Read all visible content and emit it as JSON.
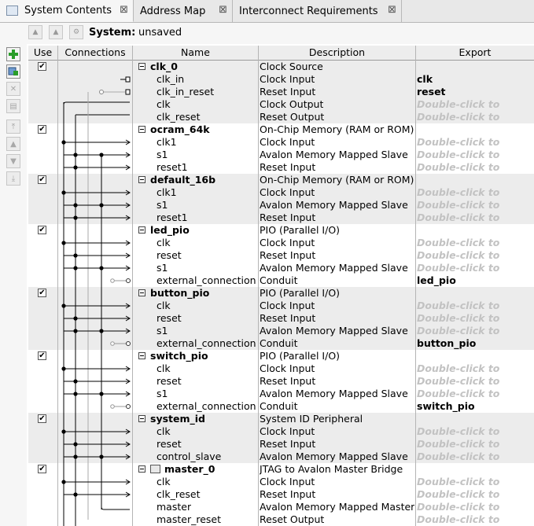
{
  "tabs": [
    {
      "label": "System Contents",
      "active": true,
      "close": "⊠"
    },
    {
      "label": "Address Map",
      "active": false,
      "close": "⊠"
    },
    {
      "label": "Interconnect Requirements",
      "active": false,
      "close": "⊠"
    }
  ],
  "toolbar": {
    "system_label": "System:",
    "system_value": "unsaved"
  },
  "columns": {
    "use": "Use",
    "connections": "Connections",
    "name": "Name",
    "description": "Description",
    "export": "Export"
  },
  "rows": [
    {
      "kind": "component",
      "use": true,
      "name": "clk_0",
      "desc": "Clock Source"
    },
    {
      "kind": "interface",
      "name": "clk_in",
      "desc": "Clock Input",
      "export": "clk",
      "exported": true
    },
    {
      "kind": "interface",
      "name": "clk_in_reset",
      "desc": "Reset Input",
      "export": "reset",
      "exported": true
    },
    {
      "kind": "interface",
      "name": "clk",
      "desc": "Clock Output",
      "export": "Double-click to",
      "exported": false
    },
    {
      "kind": "interface",
      "name": "clk_reset",
      "desc": "Reset Output",
      "export": "Double-click to",
      "exported": false
    },
    {
      "kind": "component",
      "use": true,
      "name": "ocram_64k",
      "desc": "On-Chip Memory (RAM or ROM)"
    },
    {
      "kind": "interface",
      "name": "clk1",
      "desc": "Clock Input",
      "export": "Double-click to",
      "exported": false
    },
    {
      "kind": "interface",
      "name": "s1",
      "desc": "Avalon Memory Mapped Slave",
      "export": "Double-click to",
      "exported": false
    },
    {
      "kind": "interface",
      "name": "reset1",
      "desc": "Reset Input",
      "export": "Double-click to",
      "exported": false
    },
    {
      "kind": "component",
      "use": true,
      "name": "default_16b",
      "desc": "On-Chip Memory (RAM or ROM)"
    },
    {
      "kind": "interface",
      "name": "clk1",
      "desc": "Clock Input",
      "export": "Double-click to",
      "exported": false
    },
    {
      "kind": "interface",
      "name": "s1",
      "desc": "Avalon Memory Mapped Slave",
      "export": "Double-click to",
      "exported": false
    },
    {
      "kind": "interface",
      "name": "reset1",
      "desc": "Reset Input",
      "export": "Double-click to",
      "exported": false
    },
    {
      "kind": "component",
      "use": true,
      "name": "led_pio",
      "desc": "PIO (Parallel I/O)"
    },
    {
      "kind": "interface",
      "name": "clk",
      "desc": "Clock Input",
      "export": "Double-click to",
      "exported": false
    },
    {
      "kind": "interface",
      "name": "reset",
      "desc": "Reset Input",
      "export": "Double-click to",
      "exported": false
    },
    {
      "kind": "interface",
      "name": "s1",
      "desc": "Avalon Memory Mapped Slave",
      "export": "Double-click to",
      "exported": false
    },
    {
      "kind": "interface",
      "name": "external_connection",
      "desc": "Conduit",
      "export": "led_pio",
      "exported": true
    },
    {
      "kind": "component",
      "use": true,
      "name": "button_pio",
      "desc": "PIO (Parallel I/O)"
    },
    {
      "kind": "interface",
      "name": "clk",
      "desc": "Clock Input",
      "export": "Double-click to",
      "exported": false
    },
    {
      "kind": "interface",
      "name": "reset",
      "desc": "Reset Input",
      "export": "Double-click to",
      "exported": false
    },
    {
      "kind": "interface",
      "name": "s1",
      "desc": "Avalon Memory Mapped Slave",
      "export": "Double-click to",
      "exported": false
    },
    {
      "kind": "interface",
      "name": "external_connection",
      "desc": "Conduit",
      "export": "button_pio",
      "exported": true
    },
    {
      "kind": "component",
      "use": true,
      "name": "switch_pio",
      "desc": "PIO (Parallel I/O)"
    },
    {
      "kind": "interface",
      "name": "clk",
      "desc": "Clock Input",
      "export": "Double-click to",
      "exported": false
    },
    {
      "kind": "interface",
      "name": "reset",
      "desc": "Reset Input",
      "export": "Double-click to",
      "exported": false
    },
    {
      "kind": "interface",
      "name": "s1",
      "desc": "Avalon Memory Mapped Slave",
      "export": "Double-click to",
      "exported": false
    },
    {
      "kind": "interface",
      "name": "external_connection",
      "desc": "Conduit",
      "export": "switch_pio",
      "exported": true
    },
    {
      "kind": "component",
      "use": true,
      "name": "system_id",
      "desc": "System ID Peripheral"
    },
    {
      "kind": "interface",
      "name": "clk",
      "desc": "Clock Input",
      "export": "Double-click to",
      "exported": false
    },
    {
      "kind": "interface",
      "name": "reset",
      "desc": "Reset Input",
      "export": "Double-click to",
      "exported": false
    },
    {
      "kind": "interface",
      "name": "control_slave",
      "desc": "Avalon Memory Mapped Slave",
      "export": "Double-click to",
      "exported": false
    },
    {
      "kind": "component",
      "use": true,
      "name": "master_0",
      "desc": "JTAG to Avalon Master Bridge",
      "icon": "jtag-icon"
    },
    {
      "kind": "interface",
      "name": "clk",
      "desc": "Clock Input",
      "export": "Double-click to",
      "exported": false
    },
    {
      "kind": "interface",
      "name": "clk_reset",
      "desc": "Reset Input",
      "export": "Double-click to",
      "exported": false
    },
    {
      "kind": "interface",
      "name": "master",
      "desc": "Avalon Memory Mapped Master",
      "export": "Double-click to",
      "exported": false
    },
    {
      "kind": "interface",
      "name": "master_reset",
      "desc": "Reset Output",
      "export": "Double-click to",
      "exported": false
    }
  ],
  "icons": {
    "add": "plus-icon",
    "add_color": "#2a9d2a",
    "remove": "x-icon",
    "edit": "edit-icon",
    "top": "move-top-icon",
    "up": "move-up-icon",
    "down": "move-down-icon",
    "bottom": "move-bottom-icon"
  }
}
